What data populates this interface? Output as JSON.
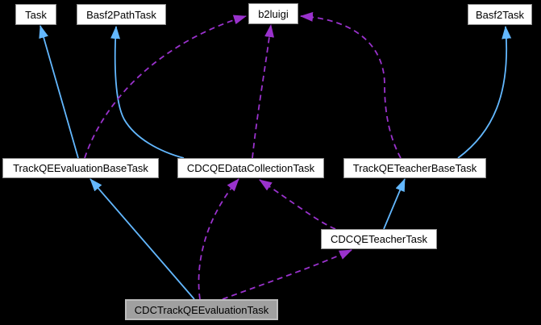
{
  "diagram": {
    "type": "doxygen-collaboration-graph",
    "background_color": "#000000",
    "colors": {
      "inheritance_edge": "#63b8ff",
      "usage_edge": "#9a32cd",
      "node_fill": "#ffffff",
      "node_border": "#8f8f8f",
      "node_text": "#000000",
      "current_node_fill": "#a0a0a0",
      "current_node_border": "#bdbdbd"
    },
    "nodes": [
      {
        "label": "Task",
        "current": false
      },
      {
        "label": "Basf2PathTask",
        "current": false
      },
      {
        "label": "b2luigi",
        "current": false
      },
      {
        "label": "Basf2Task",
        "current": false
      },
      {
        "label": "TrackQEEvaluationBaseTask",
        "current": false
      },
      {
        "label": "CDCQEDataCollectionTask",
        "current": false
      },
      {
        "label": "TrackQETeacherBaseTask",
        "current": false
      },
      {
        "label": "CDCQETeacherTask",
        "current": false
      },
      {
        "label": "CDCTrackQEEvaluationTask",
        "current": true
      }
    ],
    "edges": [
      {
        "from": "TrackQEEvaluationBaseTask",
        "to": "Task",
        "type": "inheritance",
        "style": "solid-blue"
      },
      {
        "from": "CDCQEDataCollectionTask",
        "to": "Basf2PathTask",
        "type": "inheritance",
        "style": "solid-blue"
      },
      {
        "from": "TrackQEEvaluationBaseTask",
        "to": "b2luigi",
        "type": "usage",
        "style": "dashed-purple"
      },
      {
        "from": "CDCQEDataCollectionTask",
        "to": "b2luigi",
        "type": "usage",
        "style": "dashed-purple"
      },
      {
        "from": "TrackQETeacherBaseTask",
        "to": "b2luigi",
        "type": "usage",
        "style": "dashed-purple"
      },
      {
        "from": "TrackQETeacherBaseTask",
        "to": "Basf2Task",
        "type": "inheritance",
        "style": "solid-blue"
      },
      {
        "from": "CDCQETeacherTask",
        "to": "TrackQETeacherBaseTask",
        "type": "inheritance",
        "style": "solid-blue"
      },
      {
        "from": "CDCTrackQEEvaluationTask",
        "to": "TrackQEEvaluationBaseTask",
        "type": "inheritance",
        "style": "solid-blue"
      },
      {
        "from": "CDCTrackQEEvaluationTask",
        "to": "CDCQEDataCollectionTask",
        "type": "usage",
        "style": "dashed-purple"
      },
      {
        "from": "CDCQETeacherTask",
        "to": "CDCQEDataCollectionTask",
        "type": "usage",
        "style": "dashed-purple"
      },
      {
        "from": "CDCTrackQEEvaluationTask",
        "to": "CDCQETeacherTask",
        "type": "usage",
        "style": "dashed-purple"
      }
    ]
  }
}
